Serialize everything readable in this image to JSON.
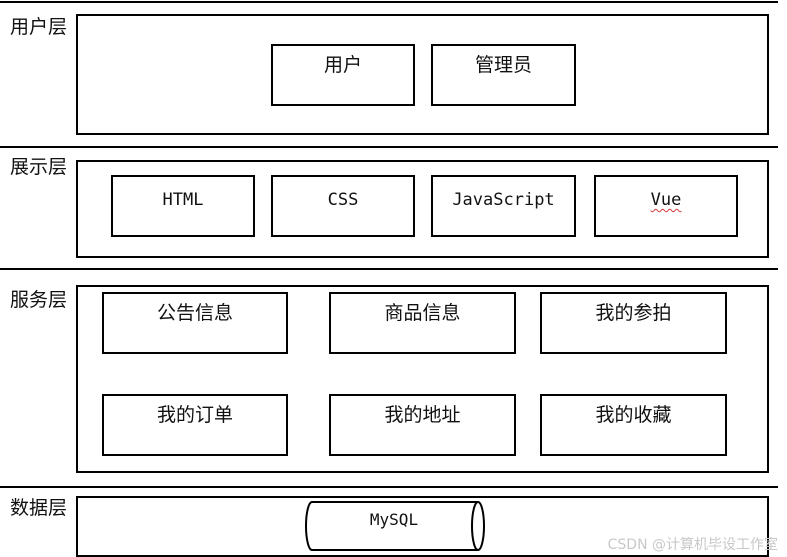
{
  "layers": {
    "user": {
      "label": "用户层",
      "items": [
        "用户",
        "管理员"
      ]
    },
    "display": {
      "label": "展示层",
      "items": [
        "HTML",
        "CSS",
        "JavaScript",
        "Vue"
      ]
    },
    "service": {
      "label": "服务层",
      "items": [
        "公告信息",
        "商品信息",
        "我的参拍",
        "我的订单",
        "我的地址",
        "我的收藏"
      ]
    },
    "data": {
      "label": "数据层",
      "items": [
        "MySQL"
      ]
    }
  },
  "watermark": "CSDN @计算机毕设工作室"
}
